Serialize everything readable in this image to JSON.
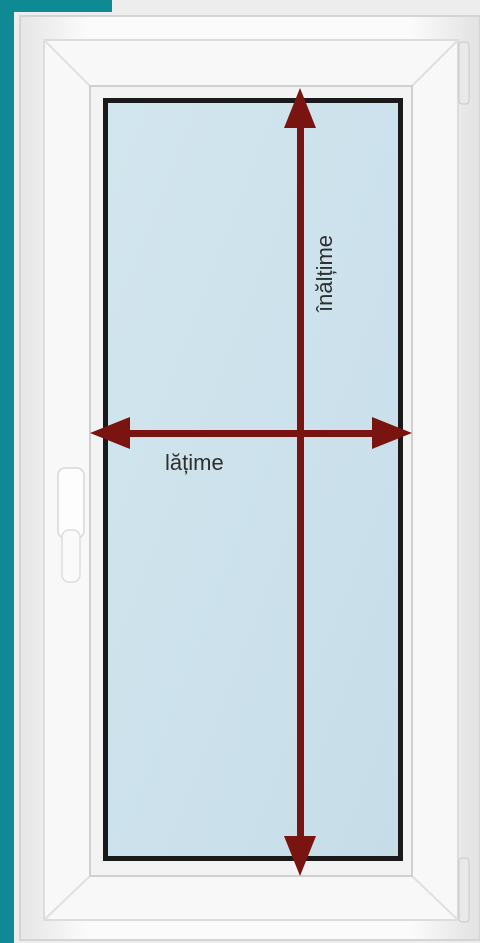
{
  "labels": {
    "width": "lățime",
    "height": "înălțime"
  },
  "colors": {
    "teal_strip": "#0f8a94",
    "background": "#ededed",
    "frame": "#f6f6f6",
    "glass": "#cde2ec",
    "arrow": "#7a1410",
    "seal": "#1a1a1a"
  },
  "icons": {
    "width_arrow": "double-headed-horizontal-arrow",
    "height_arrow": "double-headed-vertical-arrow",
    "handle": "window-handle"
  }
}
